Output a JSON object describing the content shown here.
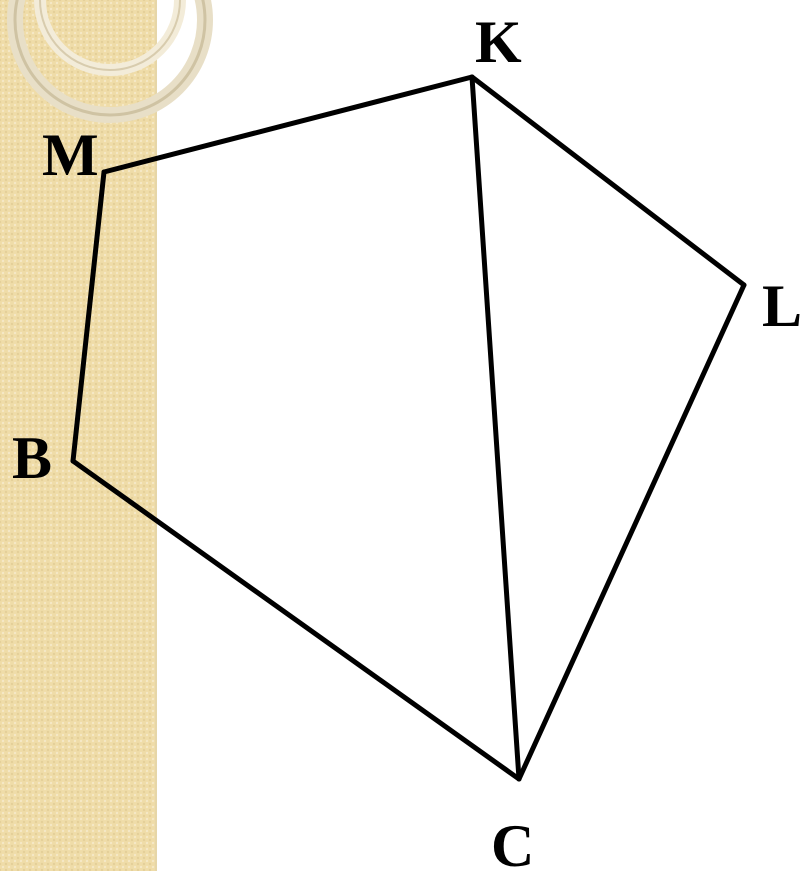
{
  "colors": {
    "background": "#ffffff",
    "side_band": "#efdca8",
    "ring": "#d9cdb0",
    "line": "#000000"
  },
  "vertices": {
    "K": "K",
    "L": "L",
    "C": "C",
    "B": "B",
    "M": "M"
  }
}
